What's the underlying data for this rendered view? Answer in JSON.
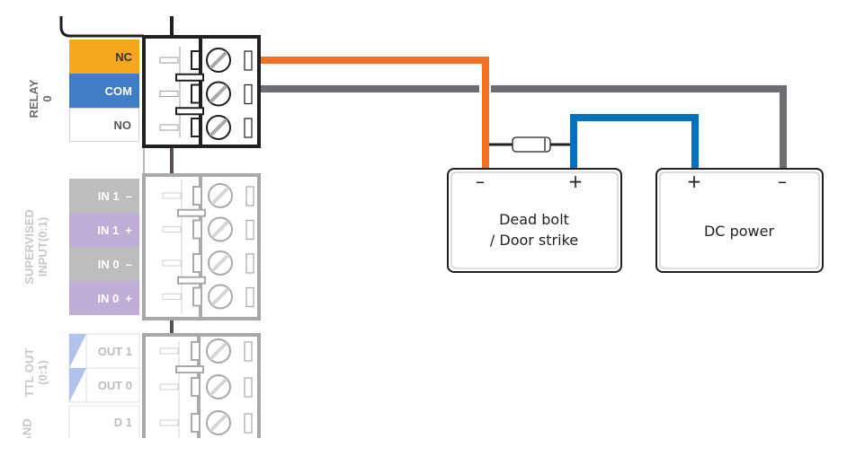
{
  "groups": {
    "relay": {
      "title": "RELAY",
      "subtitle": "0"
    },
    "supervised": {
      "title": "SUPERVISED",
      "subtitle": "INPUT(0:1)"
    },
    "ttl": {
      "title": "TTL OUT",
      "subtitle": "(0:1)"
    },
    "partial": {
      "title": "AND"
    }
  },
  "relay_pins": [
    {
      "label": "NC",
      "bg": "#F6A81C",
      "fg": "#333333"
    },
    {
      "label": "COM",
      "bg": "#3F7DC6",
      "fg": "#ffffff"
    },
    {
      "label": "NO",
      "bg": "#ffffff",
      "fg": "#555555"
    }
  ],
  "input_pins": [
    {
      "label": "IN 1  –",
      "bg": "#BDBDBD",
      "fg": "#ffffff"
    },
    {
      "label": "IN 1  +",
      "bg": "#BFAED6",
      "fg": "#ffffff"
    },
    {
      "label": "IN 0  –",
      "bg": "#BDBDBD",
      "fg": "#ffffff"
    },
    {
      "label": "IN 0  +",
      "bg": "#BFAED6",
      "fg": "#ffffff"
    }
  ],
  "ttl_pins": [
    {
      "label": "OUT 1"
    },
    {
      "label": "OUT 0"
    }
  ],
  "wiegand_pins": [
    {
      "label": "D 1"
    }
  ],
  "devices": {
    "lock": {
      "line1": "Dead bolt",
      "line2": "/ Door strike",
      "minus": "–",
      "plus": "+"
    },
    "power": {
      "line1": "DC power",
      "minus": "–",
      "plus": "+"
    }
  },
  "wires": {
    "nc_color": "#F37021",
    "com_color": "#6D6E71",
    "positive_color": "#0072BC"
  }
}
